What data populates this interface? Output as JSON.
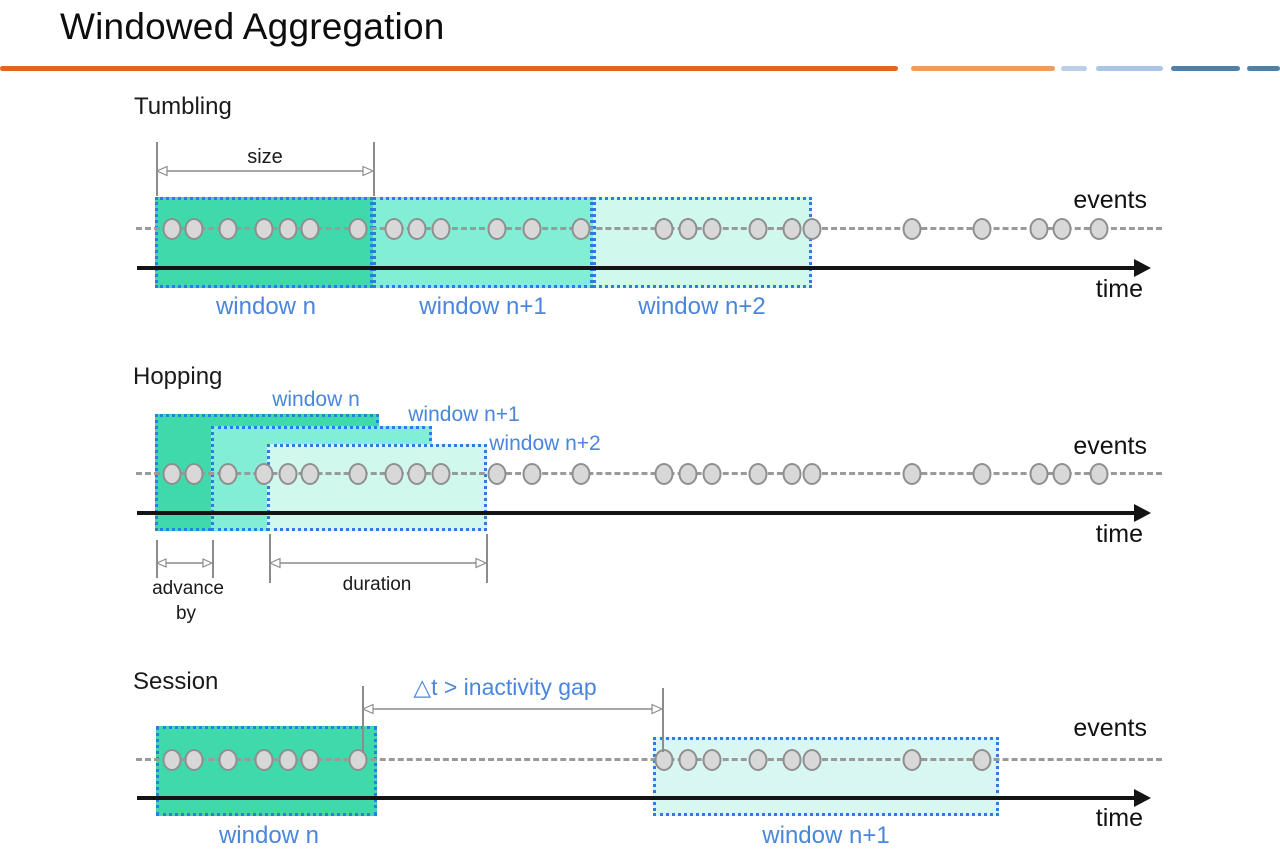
{
  "header": {
    "title": "Windowed Aggregation"
  },
  "labels": {
    "events": "events",
    "time": "time"
  },
  "sections": {
    "tumbling": {
      "heading": "Tumbling",
      "size_label": "size",
      "windows": [
        {
          "label": "window n"
        },
        {
          "label": "window n+1"
        },
        {
          "label": "window n+2"
        }
      ],
      "events_x": [
        172,
        194,
        228,
        264,
        288,
        310,
        358,
        394,
        417,
        441,
        497,
        532,
        581,
        664,
        688,
        712,
        758,
        792,
        812,
        912,
        982,
        1039,
        1062,
        1099
      ]
    },
    "hopping": {
      "heading": "Hopping",
      "advance_label_line1": "advance",
      "advance_label_line2": "by",
      "duration_label": "duration",
      "windows": [
        {
          "label": "window n"
        },
        {
          "label": "window n+1"
        },
        {
          "label": "window n+2"
        }
      ],
      "events_x": [
        172,
        194,
        228,
        264,
        288,
        310,
        358,
        394,
        417,
        441,
        497,
        532,
        581,
        664,
        688,
        712,
        758,
        792,
        812,
        912,
        982,
        1039,
        1062,
        1099
      ]
    },
    "session": {
      "heading": "Session",
      "gap_label": "△t > inactivity gap",
      "windows": [
        {
          "label": "window n"
        },
        {
          "label": "window n+1"
        }
      ],
      "events_x": [
        172,
        194,
        228,
        264,
        288,
        310,
        358,
        664,
        688,
        712,
        758,
        792,
        812,
        912,
        982
      ]
    }
  },
  "theme": {
    "teal-dark": "#40D9AC",
    "teal-mid": "#82EED6",
    "teal-light": "#D0F8ED",
    "teal-session": "#D8F7F2",
    "window-border": "#2E7BE2",
    "label-blue": "#4A86DB",
    "rule-orange": "#E2641E",
    "rule-orange-light": "#F09C5C",
    "rule-blue-pale": "#B9CFEA",
    "rule-blue-mid": "#A9C6E4",
    "rule-blue-steel": "#4E80A8",
    "dot-fill": "#D8D8D8",
    "dot-stroke": "#8F8F8F",
    "dash-gray": "#9A9A9A",
    "annotation-gray": "#8C8C8C",
    "axis-black": "#141414",
    "text-black": "#1A1A1A"
  }
}
